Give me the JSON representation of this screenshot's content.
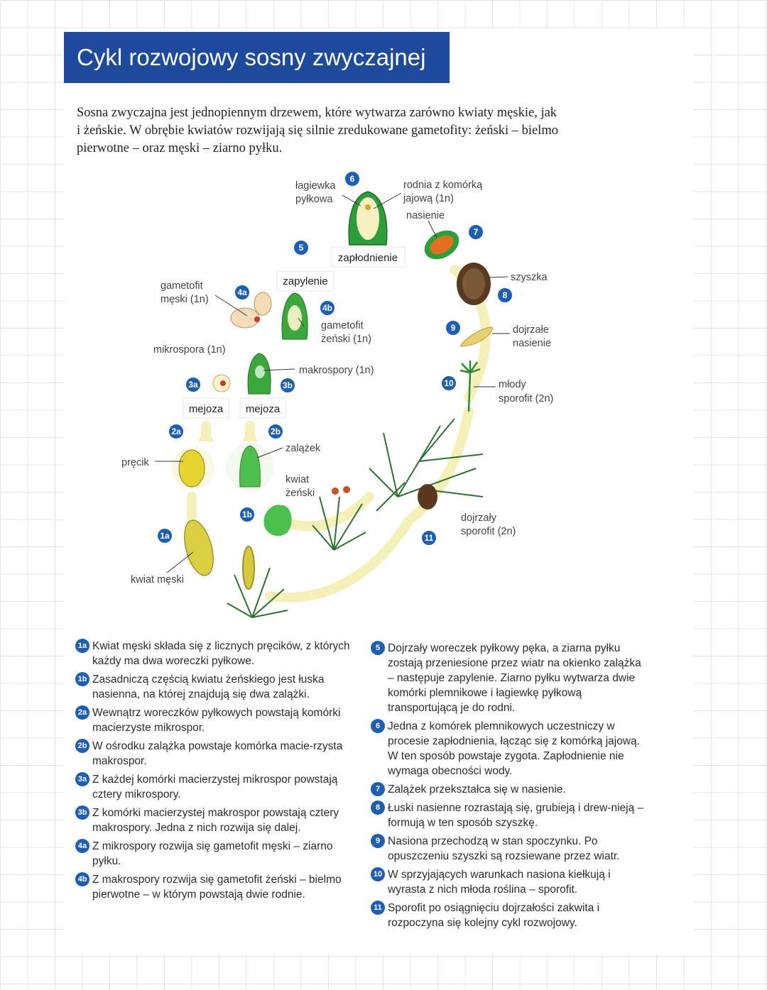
{
  "title": "Cykl rozwojowy sosny zwyczajnej",
  "intro": "Sosna zwyczajna jest jednopiennym drzewem, które wytwarza zarówno kwiaty męskie, jak i żeńskie. W obrębie kwiatów rozwijają się silnie zredukowane gametofity: żeński – bielmo pierwotne – oraz męski – ziarno pyłku.",
  "diagram": {
    "labels": {
      "lagiewka_1": "łagiewka",
      "lagiewka_2": "pyłkowa",
      "rodnia_1": "rodnia z komórką",
      "rodnia_2": "jajową (1n)",
      "nasienie": "nasienie",
      "zaplodnienie": "zapłodnienie",
      "zapylenie": "zapylenie",
      "gametofit_meski_1": "gametofit",
      "gametofit_meski_2": "męski (1n)",
      "gametofit_zenski_1": "gametofit",
      "gametofit_zenski_2": "żeński (1n)",
      "szyszka": "szyszka",
      "dojrzale_1": "dojrzałe",
      "dojrzale_2": "nasienie",
      "mikrospora": "mikrospora (1n)",
      "makrospory": "makrospory (1n)",
      "mejoza_1": "mejoza",
      "mejoza_2": "mejoza",
      "mlody_1": "młody",
      "mlody_2": "sporofit (2n)",
      "precik": "pręcik",
      "zalazek": "zalążek",
      "kwiat_zenski_1": "kwiat",
      "kwiat_zenski_2": "żeński",
      "dojrzaly_1": "dojrzały",
      "dojrzaly_2": "sporofit (2n)",
      "kwiat_meski": "kwiat męski"
    },
    "badges": [
      "1a",
      "1b",
      "2a",
      "2b",
      "3a",
      "3b",
      "4a",
      "4b",
      "5",
      "6",
      "7",
      "8",
      "9",
      "10",
      "11"
    ]
  },
  "colors": {
    "title_bg": "#1e4a9e",
    "badge": "#1e5fb3",
    "cycle_arrow": "#f5efb8"
  },
  "descriptions": {
    "left": [
      {
        "num": "1a",
        "text": "Kwiat męski składa się z licznych pręcików, z których każdy ma dwa woreczki pyłkowe."
      },
      {
        "num": "1b",
        "text": "Zasadniczą częścią kwiatu żeńskiego jest łuska nasienna, na której znajdują się dwa zalążki."
      },
      {
        "num": "2a",
        "text": "Wewnątrz woreczków pyłkowych powstają komórki macierzyste mikrospor."
      },
      {
        "num": "2b",
        "text": "W ośrodku zalążka powstaje komórka macie-rzysta makrospor."
      },
      {
        "num": "3a",
        "text": "Z każdej komórki macierzystej mikrospor powstają cztery mikrospory."
      },
      {
        "num": "3b",
        "text": "Z komórki macierzystej makrospor powstają cztery makrospory. Jedna z nich rozwija się dalej."
      },
      {
        "num": "4a",
        "text": "Z mikrospory rozwija się gametofit męski – ziarno pyłku."
      },
      {
        "num": "4b",
        "text": "Z makrospory rozwija się gametofit żeński – bielmo pierwotne – w którym powstają dwie rodnie."
      }
    ],
    "right": [
      {
        "num": "5",
        "text": "Dojrzały woreczek pyłkowy pęka, a ziarna pyłku zostają przeniesione przez wiatr na okienko zalążka – następuje zapylenie. Ziarno pyłku wytwarza dwie komórki plemnikowe i łagiewkę pyłkową transportującą je do rodni."
      },
      {
        "num": "6",
        "text": "Jedna z komórek plemnikowych uczestniczy w procesie zapłodnienia, łącząc się z komórką jajową. W ten sposób powstaje zygota. Zapłodnienie nie wymaga obecności wody."
      },
      {
        "num": "7",
        "text": "Zalążek przekształca się w nasienie."
      },
      {
        "num": "8",
        "text": "Łuski nasienne rozrastają się, grubieją i drew-nieją – formują w ten sposób szyszkę."
      },
      {
        "num": "9",
        "text": "Nasiona przechodzą w stan spoczynku. Po opuszczeniu szyszki są rozsiewane przez wiatr."
      },
      {
        "num": "10",
        "text": "W sprzyjających warunkach nasiona kiełkują i wyrasta z nich młoda roślina – sporofit."
      },
      {
        "num": "11",
        "text": "Sporofit po osiągnięciu dojrzałości zakwita i rozpoczyna się kolejny cykl rozwojowy."
      }
    ]
  }
}
